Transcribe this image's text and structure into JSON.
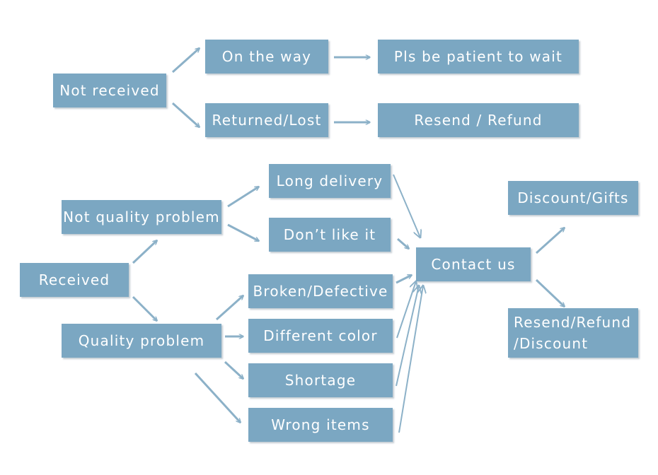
{
  "colors": {
    "box": "#7ba7c2",
    "text": "#ffffff",
    "arrow": "#8cb1c8"
  },
  "nodes": {
    "not_received": "Not received",
    "on_the_way": "On the way",
    "pls_wait": "Pls be patient to wait",
    "returned_lost": "Returned/Lost",
    "resend_refund": "Resend / Refund",
    "received": "Received",
    "not_quality": "Not quality problem",
    "quality": "Quality problem",
    "long_delivery": "Long delivery",
    "dont_like": "Don’t like it",
    "broken": "Broken/Defective",
    "different_color": "Different color",
    "shortage": "Shortage",
    "wrong_items": "Wrong items",
    "contact_us": "Contact us",
    "discount_gifts": "Discount/Gifts",
    "resend_refund_discount_1": "Resend/Refund",
    "resend_refund_discount_2": "/Discount"
  }
}
